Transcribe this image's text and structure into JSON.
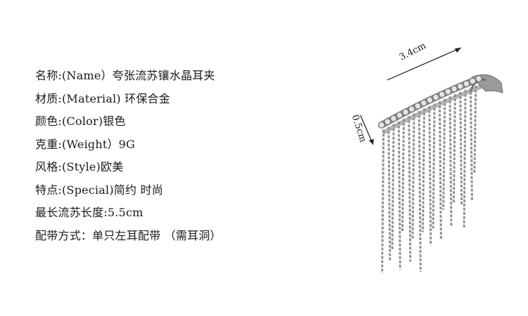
{
  "specs": [
    "名称:(Name）夸张流苏镶水晶耳夹",
    "材质:(Material) 环保合金",
    "颜色:(Color)银色",
    "克重:(Weight）9G",
    "风格:(Style)欧美",
    "特点:(Special)简约 时尚",
    "最长流苏长度:5.5cm",
    "配带方式：单只左耳配带 （需耳洞）"
  ],
  "dimensions": {
    "width_label": "3.4cm",
    "height_label": "0.5cm"
  },
  "colors": {
    "text": "#1a1a1a",
    "metal": "#9a9a9a",
    "metal_dark": "#6e6e6e",
    "background": "#ffffff"
  }
}
